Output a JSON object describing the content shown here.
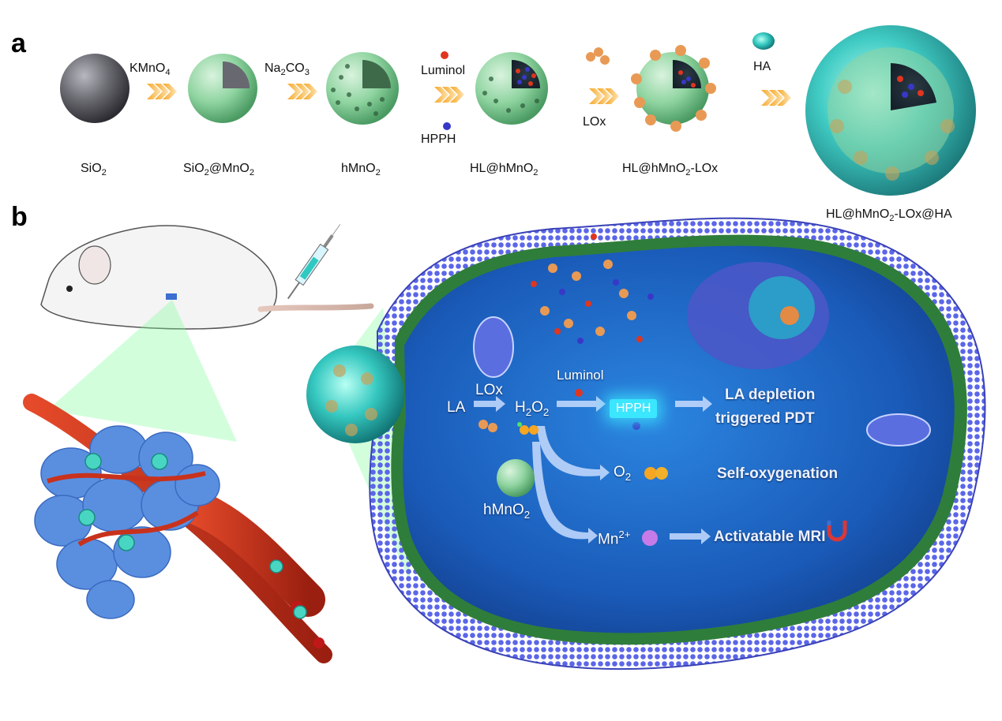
{
  "panels": {
    "a": "a",
    "b": "b"
  },
  "synthesis": {
    "steps": [
      {
        "product": "SiO",
        "product_sub": "2"
      },
      {
        "product": "SiO",
        "product_sub": "2",
        "product_rest": "@MnO",
        "product_sub2": "2"
      },
      {
        "product": "hMnO",
        "product_sub": "2"
      },
      {
        "product": "HL@hMnO",
        "product_sub": "2"
      },
      {
        "product": "HL@hMnO",
        "product_sub": "2",
        "product_rest": "-LOx"
      },
      {
        "product": "HL@hMnO",
        "product_sub": "2",
        "product_rest": "-LOx@HA"
      }
    ],
    "reagents": {
      "kmno4": {
        "main": "KMnO",
        "sub": "4"
      },
      "na2co3": {
        "a": "Na",
        "sub1": "2",
        "b": "CO",
        "sub2": "3"
      },
      "luminol": "Luminol",
      "hpph": "HPPH",
      "lox": "LOx",
      "ha": "HA"
    }
  },
  "mechanism": {
    "lox": "LOx",
    "la": "LA",
    "h2o2": {
      "a": "H",
      "s1": "2",
      "b": "O",
      "s2": "2"
    },
    "luminol": "Luminol",
    "hpph": "HPPH",
    "outcome1_line1": "LA depletion",
    "outcome1_line2": "triggered PDT",
    "o2": {
      "a": "O",
      "s": "2"
    },
    "outcome2": "Self-oxygenation",
    "hmno2": {
      "a": "hMnO",
      "s": "2"
    },
    "mn": {
      "a": "Mn",
      "sup": "2+"
    },
    "outcome3": "Activatable MRI"
  },
  "colors": {
    "arrow_orange": "#f6a623",
    "shell_green": "#8fd4a0",
    "core_gray": "#6b6b72",
    "cell_blue": "#2e6fd0",
    "membrane_purple": "#5b66e8",
    "membrane_green": "#2f7d3a",
    "vessel_red": "#c8321c",
    "tumor_blue": "#5a8fe0",
    "luminol_red": "#e0351f",
    "hpph_blue": "#3838c8",
    "lox_orange": "#e89a55",
    "ha_teal": "#3fc7b8"
  }
}
